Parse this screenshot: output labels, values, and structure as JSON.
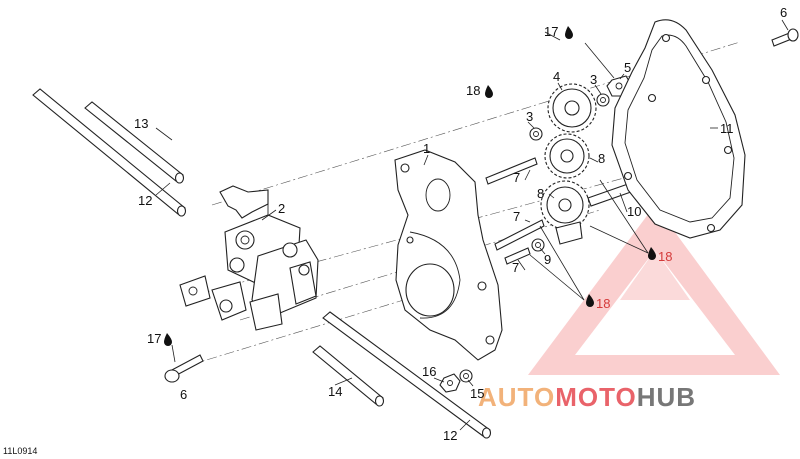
{
  "diagram_code": "11L0914",
  "callouts": {
    "c1": "1",
    "c2": "2",
    "c3a": "3",
    "c3b": "3",
    "c4": "4",
    "c5": "5",
    "c6a": "6",
    "c6b": "6",
    "c7a": "7",
    "c7b": "7",
    "c7c": "7",
    "c8a": "8",
    "c8b": "8",
    "c9": "9",
    "c10": "10",
    "c11": "11",
    "c12a": "12",
    "c12b": "12",
    "c13": "13",
    "c14": "14",
    "c15": "15",
    "c16": "16",
    "t17a": "17",
    "t17b": "17",
    "t18a": "18",
    "t18b": "18",
    "t18c": "18"
  },
  "watermark": {
    "part1": "AUTO",
    "part2": "MOTO",
    "part3": "HUB",
    "color1": "#f2b27a",
    "color2": "#e9636a",
    "color3": "#777777"
  },
  "accent_red": "#d43a3a"
}
